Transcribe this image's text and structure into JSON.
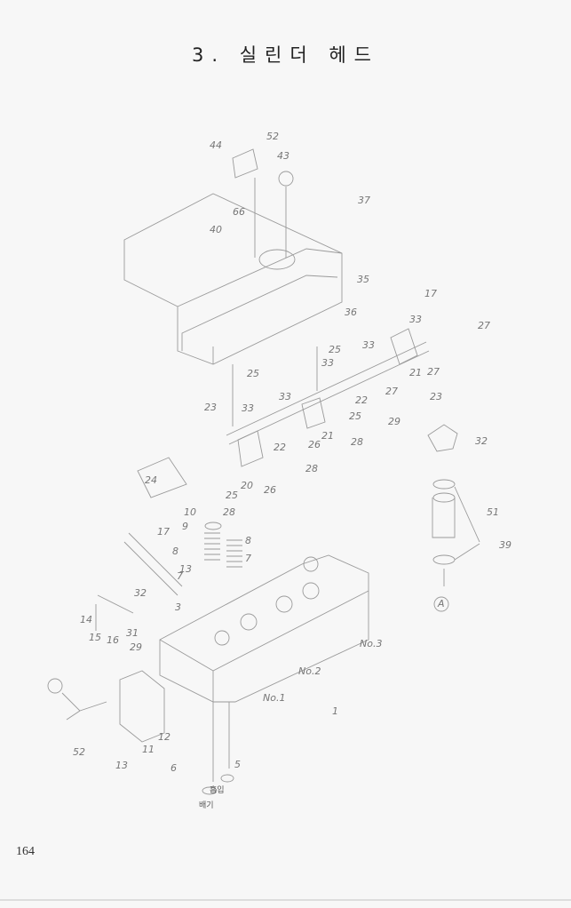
{
  "page": {
    "title": "3. 실린더  헤드",
    "page_number": "164"
  },
  "diagram": {
    "callouts": [
      "52",
      "44",
      "43",
      "37",
      "66",
      "40",
      "35",
      "36",
      "17",
      "33",
      "27",
      "25",
      "33",
      "33",
      "25",
      "21",
      "27",
      "23",
      "33",
      "23",
      "33",
      "22",
      "27",
      "25",
      "29",
      "21",
      "28",
      "22",
      "26",
      "28",
      "20",
      "26",
      "24",
      "25",
      "28",
      "10",
      "9",
      "8",
      "8",
      "7",
      "7",
      "3",
      "17",
      "13",
      "32",
      "14",
      "15",
      "16",
      "31",
      "29",
      "No.3",
      "No.2",
      "No.1",
      "1",
      "12",
      "11",
      "13",
      "52",
      "6",
      "5",
      "32",
      "51",
      "39",
      "A"
    ],
    "intake_label": "흡입",
    "exhaust_label": "배기"
  }
}
